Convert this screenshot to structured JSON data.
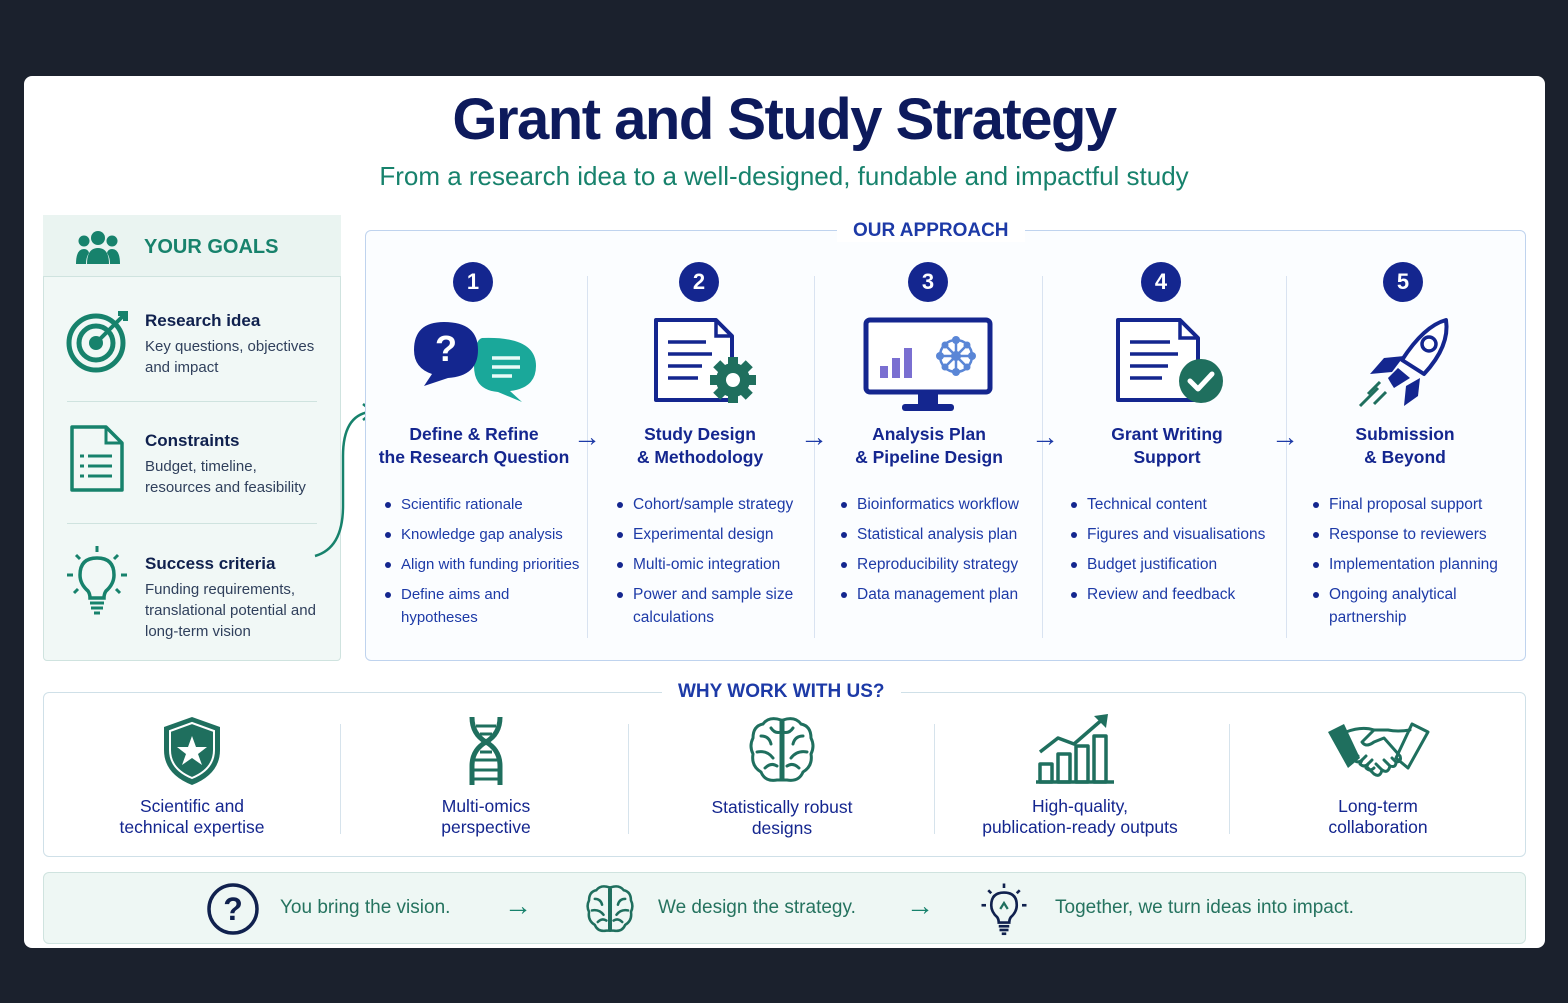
{
  "title": "Grant and Study Strategy",
  "subtitle": "From a research idea to a well-designed, fundable and impactful study",
  "goals": {
    "heading": "YOUR GOALS",
    "items": [
      {
        "title": "Research idea",
        "text": "Key questions, objectives and impact",
        "icon": "target-icon"
      },
      {
        "title": "Constraints",
        "text": "Budget, timeline, resources and feasibility",
        "icon": "document-icon"
      },
      {
        "title": "Success criteria",
        "text": "Funding requirements, translational potential and long-term vision",
        "icon": "lightbulb-icon"
      }
    ]
  },
  "approach": {
    "heading": "OUR APPROACH",
    "steps": [
      {
        "number": "1",
        "title_line1": "Define & Refine",
        "title_line2": "the Research Question",
        "icon": "chat-bubbles-icon",
        "bullets": [
          "Scientific rationale",
          "Knowledge gap analysis",
          "Align with funding priorities",
          "Define aims and hypotheses"
        ]
      },
      {
        "number": "2",
        "title_line1": "Study Design",
        "title_line2": "& Methodology",
        "icon": "document-gear-icon",
        "bullets": [
          "Cohort/sample strategy",
          "Experimental design",
          "Multi-omic integration",
          "Power and sample size calculations"
        ]
      },
      {
        "number": "3",
        "title_line1": "Analysis Plan",
        "title_line2": "& Pipeline Design",
        "icon": "monitor-chart-icon",
        "bullets": [
          "Bioinformatics workflow",
          "Statistical analysis plan",
          "Reproducibility strategy",
          "Data management plan"
        ]
      },
      {
        "number": "4",
        "title_line1": "Grant Writing",
        "title_line2": "Support",
        "icon": "document-check-icon",
        "bullets": [
          "Technical content",
          "Figures and visualisations",
          "Budget justification",
          "Review and feedback"
        ]
      },
      {
        "number": "5",
        "title_line1": "Submission",
        "title_line2": "& Beyond",
        "icon": "rocket-icon",
        "bullets": [
          "Final proposal support",
          "Response to reviewers",
          "Implementation planning",
          "Ongoing analytical partnership"
        ]
      }
    ]
  },
  "why": {
    "heading": "WHY WORK WITH US?",
    "items": [
      {
        "line1": "Scientific and",
        "line2": "technical expertise",
        "icon": "shield-star-icon"
      },
      {
        "line1": "Multi-omics",
        "line2": "perspective",
        "icon": "dna-icon"
      },
      {
        "line1": "Statistically robust",
        "line2": "designs",
        "icon": "brain-icon"
      },
      {
        "line1": "High-quality,",
        "line2": "publication-ready outputs",
        "icon": "growth-chart-icon"
      },
      {
        "line1": "Long-term",
        "line2": "collaboration",
        "icon": "handshake-icon"
      }
    ]
  },
  "bottom": {
    "items": [
      {
        "text": "You bring the vision.",
        "icon": "question-circle-icon"
      },
      {
        "text": "We design the strategy.",
        "icon": "brain-icon"
      },
      {
        "text": "Together, we turn ideas into impact.",
        "icon": "lightbulb-icon"
      }
    ]
  },
  "colors": {
    "navy": "#14268f",
    "teal": "#17826c",
    "dark_bg": "#1b212d"
  }
}
